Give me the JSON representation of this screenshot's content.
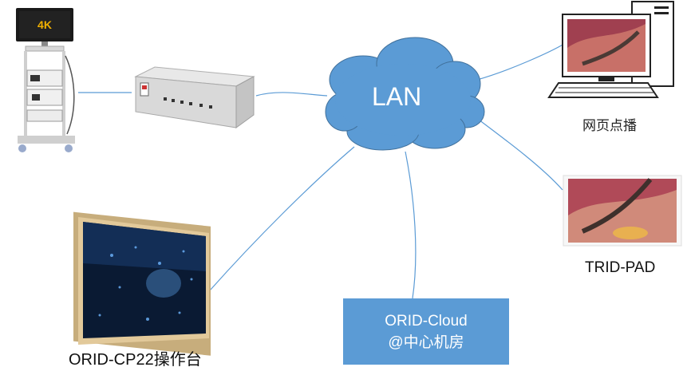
{
  "cloud": {
    "label": "LAN"
  },
  "nodes": {
    "workstation": {
      "label": "网页点播"
    },
    "tablet": {
      "label": "TRID-PAD"
    },
    "console": {
      "label": "ORID-CP22操作台"
    },
    "cloud_server": {
      "line1": "ORID-Cloud",
      "line2": "@中心机房"
    },
    "monitor_badge": {
      "label": "4K"
    }
  },
  "colors": {
    "link": "#5b9bd5",
    "cloud_fill": "#5b9bd5",
    "server_box": "#5b9bd5",
    "badge_bg": "#1a1a1a",
    "badge_text": "#f0b000"
  },
  "icons": [
    "endoscopy-tower-icon",
    "encoder-box-icon",
    "desktop-computer-icon",
    "tablet-icon",
    "touch-display-icon"
  ]
}
